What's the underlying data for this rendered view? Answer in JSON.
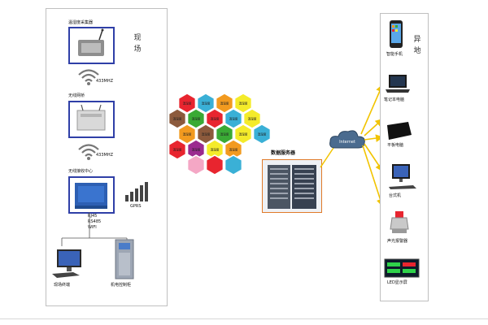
{
  "site": {
    "title": "现场",
    "devices": {
      "collector": "温湿度采集器",
      "freq1": "433MHZ",
      "gateway": "无线网桥",
      "freq2": "433MHZ",
      "center": "无线接收中心",
      "gprs": "GPRS",
      "ports": [
        "RJ45",
        "RS485",
        "WIFI"
      ],
      "terminal": "现场终端",
      "cabinet": "机电控制柜"
    }
  },
  "server": {
    "label": "数据服务器",
    "hex_labels": [
      "温湿度",
      "温湿度",
      "温湿度",
      "温湿度",
      "温湿度",
      "温湿度",
      "温湿度",
      "温湿度",
      "温湿度",
      "温湿度",
      "温湿度",
      "温湿度",
      "温湿度",
      "温湿度",
      "温湿度",
      "温湿度",
      "温湿度",
      "温湿度"
    ]
  },
  "cloud": {
    "label": "Internet"
  },
  "remote": {
    "title": "异地",
    "devices": [
      "智能手机",
      "笔记本电脑",
      "平板电脑",
      "台式机",
      "声光报警器",
      "LED显示屏"
    ]
  },
  "colors": {
    "panel_border": "#bfbfbf",
    "device_border": "#2f3fa7",
    "server_border": "#e07b2a",
    "arrow": "#f2c400",
    "hex": [
      "#e8252f",
      "#3ab0d6",
      "#f29a1f",
      "#f4eb2a",
      "#8c5a3c",
      "#3aaa35",
      "#e8252f",
      "#3ab0d6",
      "#f4eb2a",
      "#f29a1f",
      "#8c5a3c",
      "#3aaa35",
      "#f4eb2a",
      "#3ab0d6",
      "#e8252f",
      "#9b2a8f",
      "#f4eb2a",
      "#f29a1f",
      "#f4a7c5"
    ]
  }
}
